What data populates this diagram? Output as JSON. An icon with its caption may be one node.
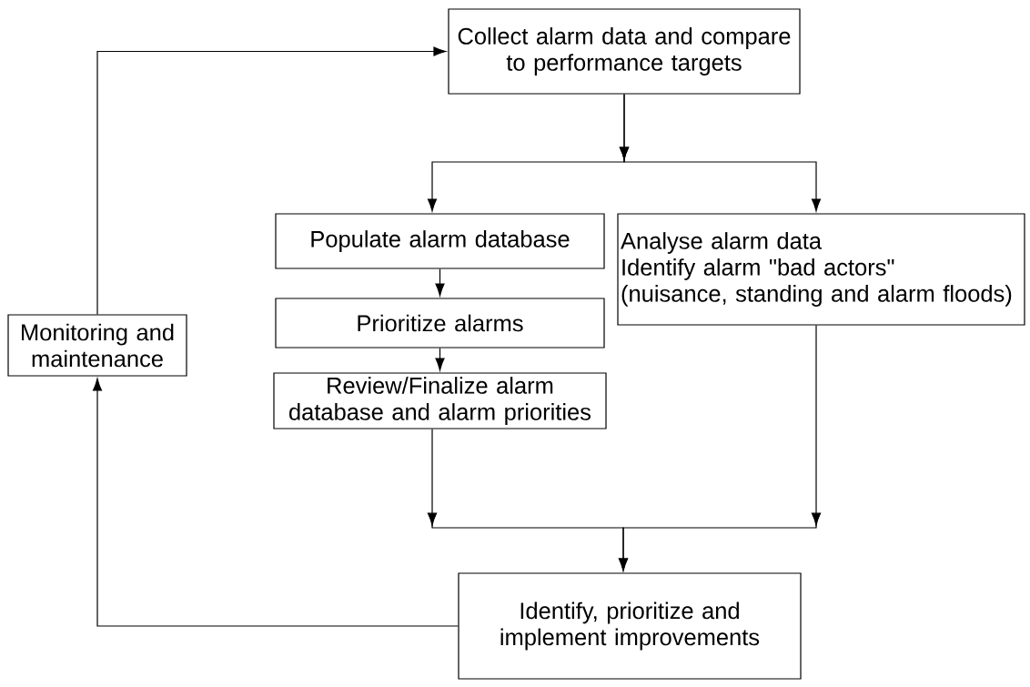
{
  "diagram": {
    "nodes": [
      {
        "text": [
          "Collect alarm data and compare to performance targets"
        ]
      },
      {
        "text": [
          "Populate alarm database"
        ]
      },
      {
        "text": [
          "Analyse alarm data",
          "Identify alarm \"bad actors\"",
          "(nuisance, standing and alarm floods)"
        ]
      },
      {
        "text": [
          "Monitoring and maintenance"
        ]
      },
      {
        "text": [
          "Prioritize alarms"
        ]
      },
      {
        "text": [
          "Review/Finalize alarm database and alarm priorities"
        ]
      },
      {
        "text": [
          "Identify, prioritize and implement improvements"
        ]
      }
    ],
    "edges": [
      {
        "from": 0,
        "to": 1,
        "arrow": "to"
      },
      {
        "from": 0,
        "to": 2,
        "arrow": "to"
      },
      {
        "from": 1,
        "to": 4,
        "arrow": "to"
      },
      {
        "from": 4,
        "to": 5,
        "arrow": "to"
      },
      {
        "from": 5,
        "to": 6,
        "arrow": "to"
      },
      {
        "from": 2,
        "to": 6,
        "arrow": "to"
      },
      {
        "from": 6,
        "to": 3,
        "arrow": "to"
      },
      {
        "from": 3,
        "to": 0,
        "arrow": "to"
      }
    ]
  }
}
